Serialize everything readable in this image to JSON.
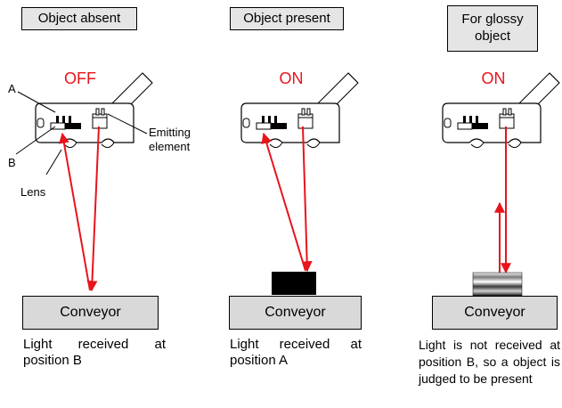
{
  "panels": [
    {
      "title": "Object absent",
      "state": "OFF",
      "conveyor": "Conveyor",
      "caption": "Light received at position B"
    },
    {
      "title": "Object present",
      "state": "ON",
      "conveyor": "Conveyor",
      "caption": "Light received at position A"
    },
    {
      "title": "For glossy object",
      "state": "ON",
      "conveyor": "Conveyor",
      "caption": "Light is not received at position B, so a object is judged to be present"
    }
  ],
  "callouts": {
    "a": "A",
    "b": "B",
    "emitting_element": "Emitting element",
    "lens": "Lens"
  },
  "colors": {
    "beam": "#e8141b",
    "box_fill": "#e5e5e5",
    "conveyor_fill": "#d9d9d9"
  }
}
